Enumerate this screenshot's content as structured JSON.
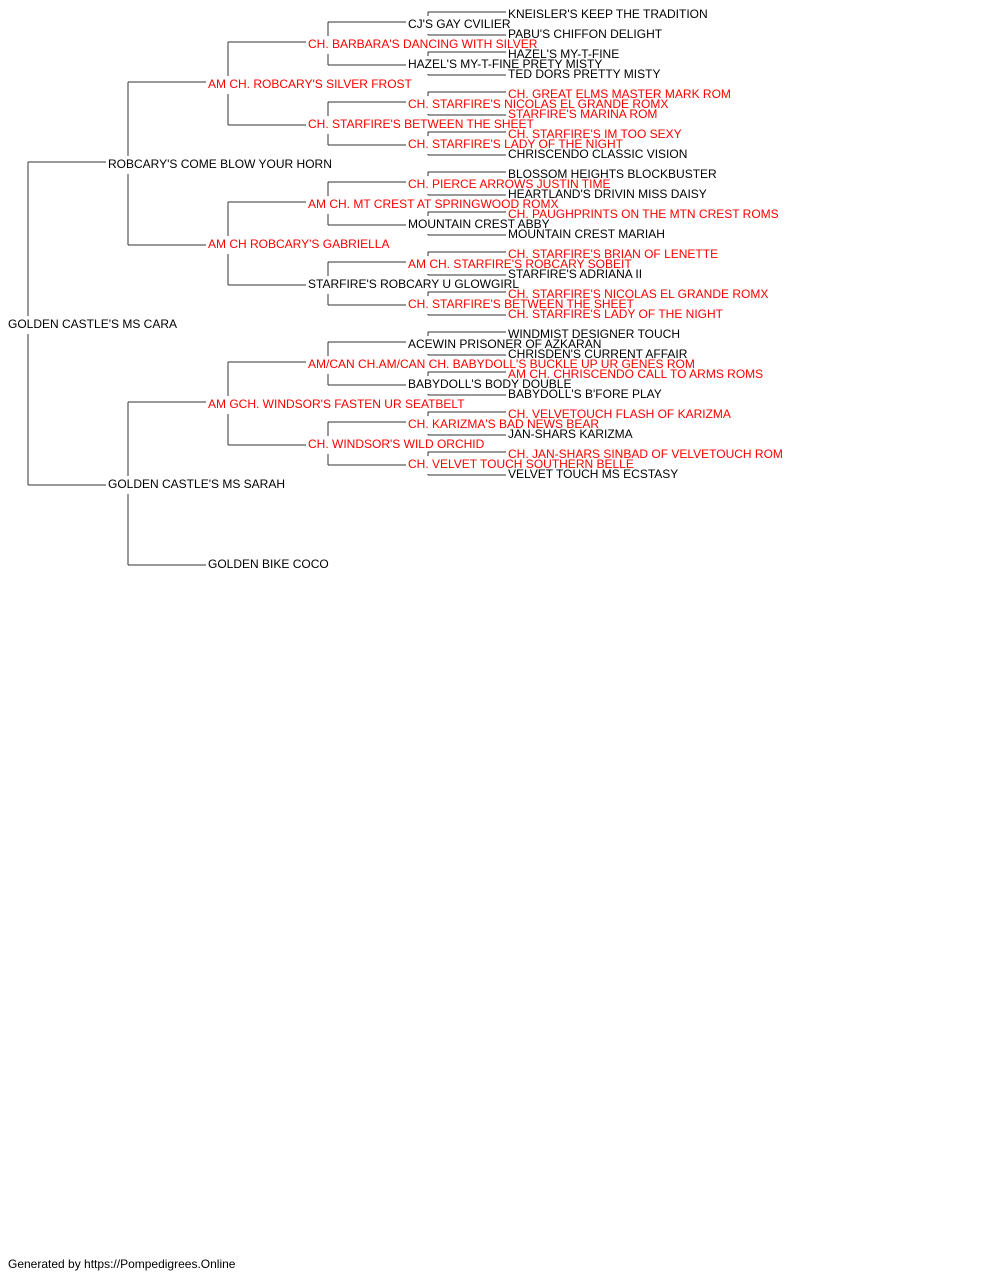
{
  "colors": {
    "champion": "#ff0000",
    "normal": "#000000",
    "line": "#333333"
  },
  "root": {
    "name": "GOLDEN CASTLE'S MS CARA",
    "champion": false,
    "children": [
      {
        "name": "ROBCARY'S COME BLOW YOUR HORN",
        "champion": false,
        "children": [
          {
            "name": "AM CH. ROBCARY'S SILVER FROST",
            "champion": true,
            "children": [
              {
                "name": "CH. BARBARA'S DANCING WITH SILVER",
                "champion": true,
                "children": [
                  {
                    "name": "CJ'S GAY CVILIER",
                    "champion": false,
                    "children": [
                      {
                        "name": "KNEISLER'S KEEP THE TRADITION",
                        "champion": false
                      },
                      {
                        "name": "PABU'S CHIFFON DELIGHT",
                        "champion": false
                      }
                    ]
                  },
                  {
                    "name": "HAZEL'S MY-T-FINE PRETY MISTY",
                    "champion": false,
                    "children": [
                      {
                        "name": "HAZEL'S MY-T-FINE",
                        "champion": false
                      },
                      {
                        "name": "TED DORS PRETTY MISTY",
                        "champion": false
                      }
                    ]
                  }
                ]
              },
              {
                "name": "CH. STARFIRE'S BETWEEN THE SHEET",
                "champion": true,
                "children": [
                  {
                    "name": "CH. STARFIRE'S NICOLAS EL GRANDE ROMX",
                    "champion": true,
                    "children": [
                      {
                        "name": "CH. GREAT ELMS MASTER MARK ROM",
                        "champion": true
                      },
                      {
                        "name": "STARFIRE'S MARINA ROM",
                        "champion": true
                      }
                    ]
                  },
                  {
                    "name": "CH. STARFIRE'S LADY OF THE NIGHT",
                    "champion": true,
                    "children": [
                      {
                        "name": "CH. STARFIRE'S IM TOO SEXY",
                        "champion": true
                      },
                      {
                        "name": "CHRISCENDO CLASSIC VISION",
                        "champion": false
                      }
                    ]
                  }
                ]
              }
            ]
          },
          {
            "name": "AM CH ROBCARY'S GABRIELLA",
            "champion": true,
            "children": [
              {
                "name": "AM CH. MT CREST AT SPRINGWOOD ROMX",
                "champion": true,
                "children": [
                  {
                    "name": "CH. PIERCE ARROWS JUSTIN TIME",
                    "champion": true,
                    "children": [
                      {
                        "name": "BLOSSOM HEIGHTS BLOCKBUSTER",
                        "champion": false
                      },
                      {
                        "name": "HEARTLAND'S DRIVIN MISS DAISY",
                        "champion": false
                      }
                    ]
                  },
                  {
                    "name": "MOUNTAIN CREST ABBY",
                    "champion": false,
                    "children": [
                      {
                        "name": "CH. PAUGHPRINTS ON THE MTN CREST ROMS",
                        "champion": true
                      },
                      {
                        "name": "MOUNTAIN CREST MARIAH",
                        "champion": false
                      }
                    ]
                  }
                ]
              },
              {
                "name": "STARFIRE'S ROBCARY U GLOWGIRL",
                "champion": false,
                "children": [
                  {
                    "name": "AM CH. STARFIRE'S ROBCARY SOBEIT",
                    "champion": true,
                    "children": [
                      {
                        "name": "CH. STARFIRE'S BRIAN OF LENETTE",
                        "champion": true
                      },
                      {
                        "name": "STARFIRE'S ADRIANA II",
                        "champion": false
                      }
                    ]
                  },
                  {
                    "name": "CH. STARFIRE'S BETWEEN THE SHEET",
                    "champion": true,
                    "children": [
                      {
                        "name": "CH. STARFIRE'S NICOLAS EL GRANDE ROMX",
                        "champion": true
                      },
                      {
                        "name": "CH. STARFIRE'S LADY OF THE NIGHT",
                        "champion": true
                      }
                    ]
                  }
                ]
              }
            ]
          }
        ]
      },
      {
        "name": "GOLDEN CASTLE'S MS SARAH",
        "champion": false,
        "children": [
          {
            "name": "AM GCH. WINDSOR'S FASTEN UR SEATBELT",
            "champion": true,
            "children": [
              {
                "name": "AM/CAN CH.AM/CAN CH. BABYDOLL'S BUCKLE UP UR GENES ROM",
                "champion": true,
                "children": [
                  {
                    "name": "ACEWIN PRISONER OF AZKARAN",
                    "champion": false,
                    "children": [
                      {
                        "name": "WINDMIST DESIGNER TOUCH",
                        "champion": false
                      },
                      {
                        "name": "CHRISDEN'S CURRENT AFFAIR",
                        "champion": false
                      }
                    ]
                  },
                  {
                    "name": "BABYDOLL'S BODY DOUBLE",
                    "champion": false,
                    "children": [
                      {
                        "name": "AM CH. CHRISCENDO CALL TO ARMS ROMS",
                        "champion": true
                      },
                      {
                        "name": "BABYDOLL'S B'FORE PLAY",
                        "champion": false
                      }
                    ]
                  }
                ]
              },
              {
                "name": "CH. WINDSOR'S WILD ORCHID",
                "champion": true,
                "children": [
                  {
                    "name": "CH. KARIZMA'S BAD NEWS BEAR",
                    "champion": true,
                    "children": [
                      {
                        "name": "CH. VELVETOUCH FLASH OF KARIZMA",
                        "champion": true
                      },
                      {
                        "name": "JAN-SHARS KARIZMA",
                        "champion": false
                      }
                    ]
                  },
                  {
                    "name": "CH. VELVET TOUCH SOUTHERN BELLE",
                    "champion": true,
                    "children": [
                      {
                        "name": "CH. JAN-SHARS SINBAD OF VELVETOUCH ROM",
                        "champion": true
                      },
                      {
                        "name": "VELVET TOUCH MS ECSTASY",
                        "champion": false
                      }
                    ]
                  }
                ]
              }
            ]
          },
          {
            "name": "GOLDEN BIKE COCO",
            "champion": false
          }
        ]
      }
    ]
  },
  "footer": "Generated by https://Pompedigrees.Online"
}
